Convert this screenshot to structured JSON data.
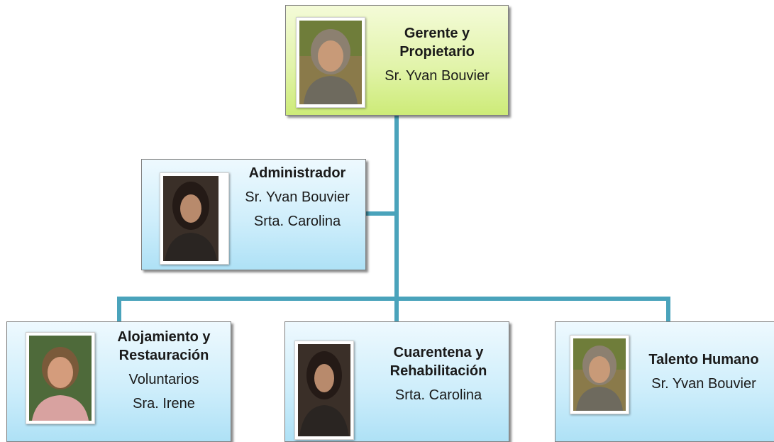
{
  "nodes": {
    "owner": {
      "title_line1": "Gerente y",
      "title_line2": "Propietario",
      "name": "Sr. Yvan Bouvier",
      "photo": "man-portrait-photo"
    },
    "admin": {
      "title": "Administrador",
      "line1": "Sr. Yvan Bouvier",
      "line2": "Srta. Carolina",
      "photo": "woman-portrait-photo"
    },
    "lodging": {
      "title_line1": "Alojamiento y",
      "title_line2": "Restauración",
      "line1": "Voluntarios",
      "line2": "Sra. Irene",
      "photo": "woman-smiling-portrait-photo"
    },
    "quarantine": {
      "title_line1": "Cuarentena y",
      "title_line2": "Rehabilitación",
      "line1": "Srta. Carolina",
      "photo": "woman-portrait-photo"
    },
    "hr": {
      "title": "Talento Humano",
      "line1": "Sr. Yvan Bouvier",
      "photo": "man-portrait-photo"
    }
  },
  "colors": {
    "connector": "#4aa3bb",
    "owner_fill": "#e2f4ab",
    "unit_fill": "#cfeefb"
  }
}
